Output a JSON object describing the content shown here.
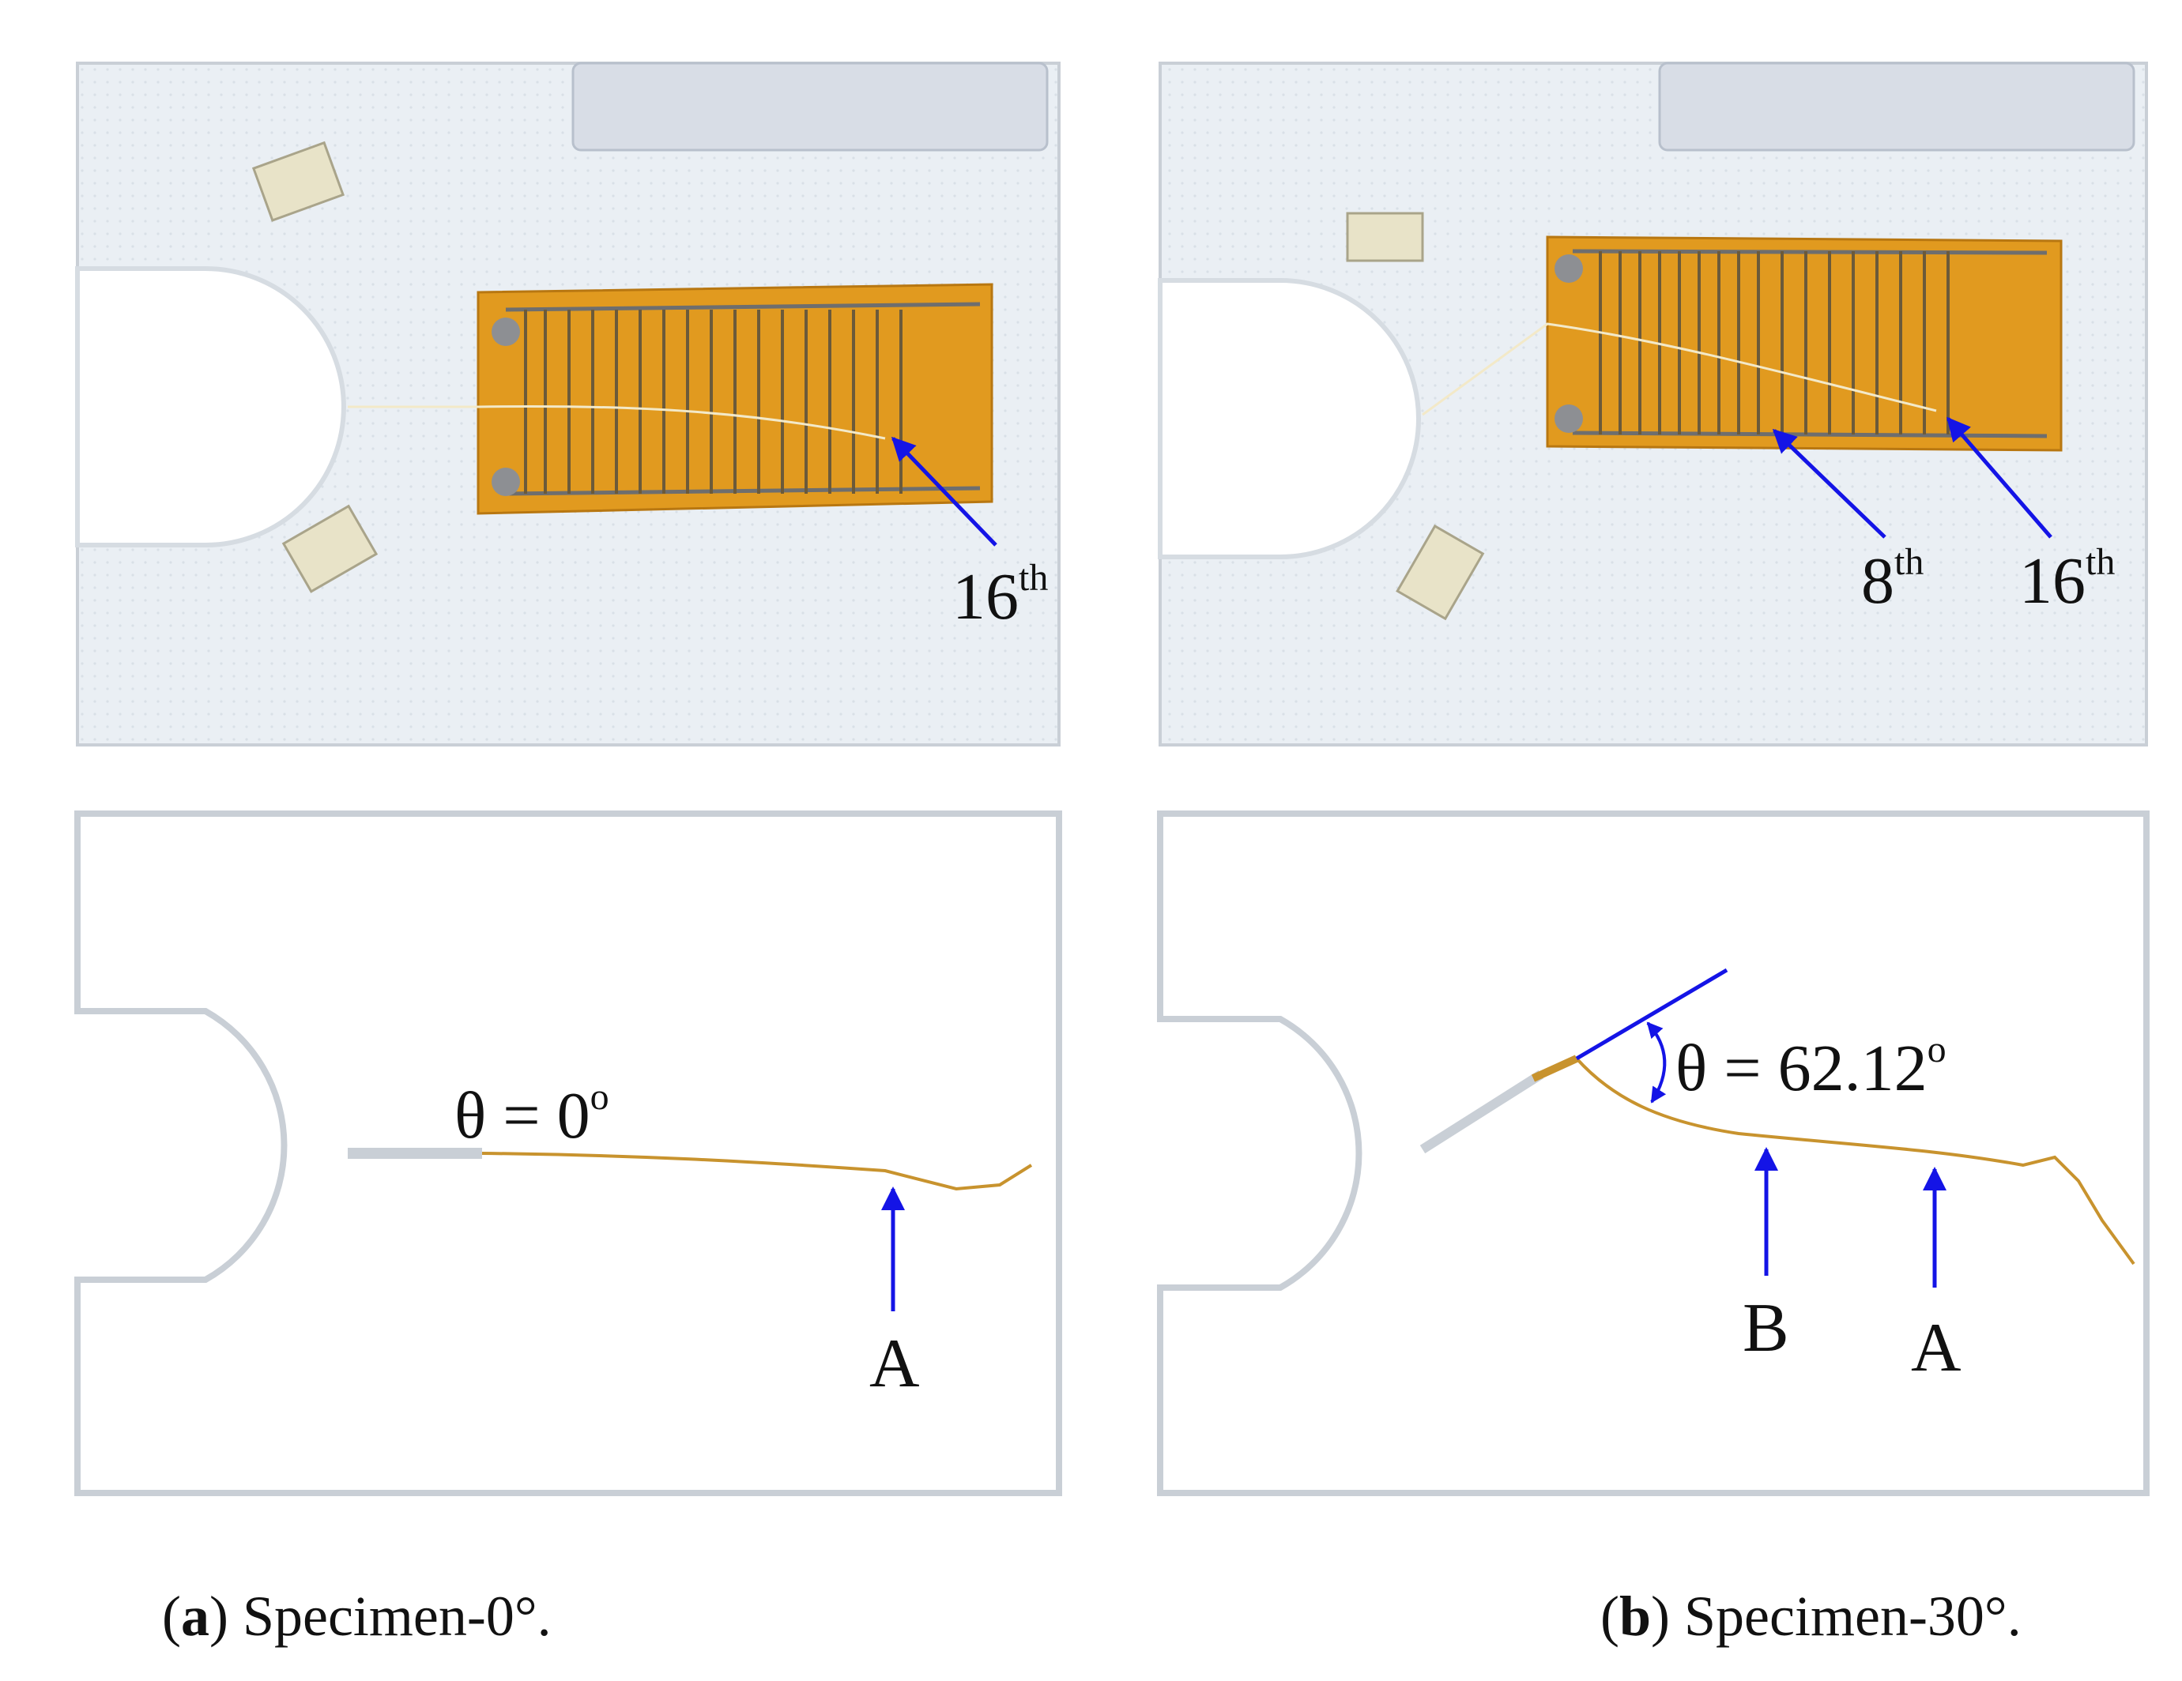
{
  "figure": {
    "panel_a": {
      "label_top": "16",
      "label_top_sup": "th",
      "theta_text": "θ = 0",
      "theta_sup": "o",
      "point_label": "A",
      "caption_letter": "a",
      "caption_text": "Specimen-0°."
    },
    "panel_b": {
      "label_8": "8",
      "label_8_sup": "th",
      "label_16": "16",
      "label_16_sup": "th",
      "theta_text": "θ = 62.12",
      "theta_sup": "o",
      "point_b": "B",
      "point_a": "A",
      "caption_letter": "b",
      "caption_text": "Specimen-30°."
    }
  },
  "colors": {
    "arrow": "#1414e6",
    "gauge": "#e19a1f",
    "crack": "#c8932e",
    "plate_edge": "#c9cfd6",
    "photo_bg": "#e9eef3"
  }
}
